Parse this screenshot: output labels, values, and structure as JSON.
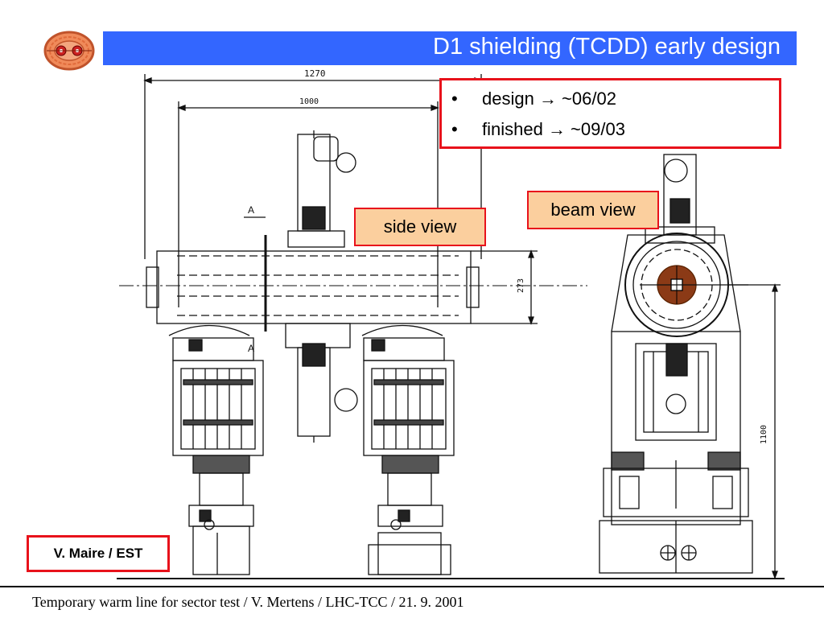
{
  "slide": {
    "title": "D1 shielding (TCDD) early design",
    "bullets": [
      {
        "text": "design → ~06/02"
      },
      {
        "text": "finished → ~09/03"
      }
    ],
    "labels": {
      "side_view": "side view",
      "beam_view": "beam view"
    },
    "credit": "V. Maire / EST",
    "footer": "Temporary warm line for sector test / V. Mertens / LHC-TCC / 21. 9. 2001"
  },
  "drawing": {
    "dimensions": {
      "overall_length": "1270",
      "inner_length": "1000",
      "flange_height": "273",
      "total_height": "1100",
      "section_mark": "A"
    }
  },
  "colors": {
    "title_bar": "#3366ff",
    "highlight_border": "#e8121b",
    "label_fill": "#fbcf9e",
    "beam_copper": "#8b3a16"
  },
  "icons": {
    "logo": "lhc-logo-icon",
    "bullet": "bullet-dot-icon"
  }
}
